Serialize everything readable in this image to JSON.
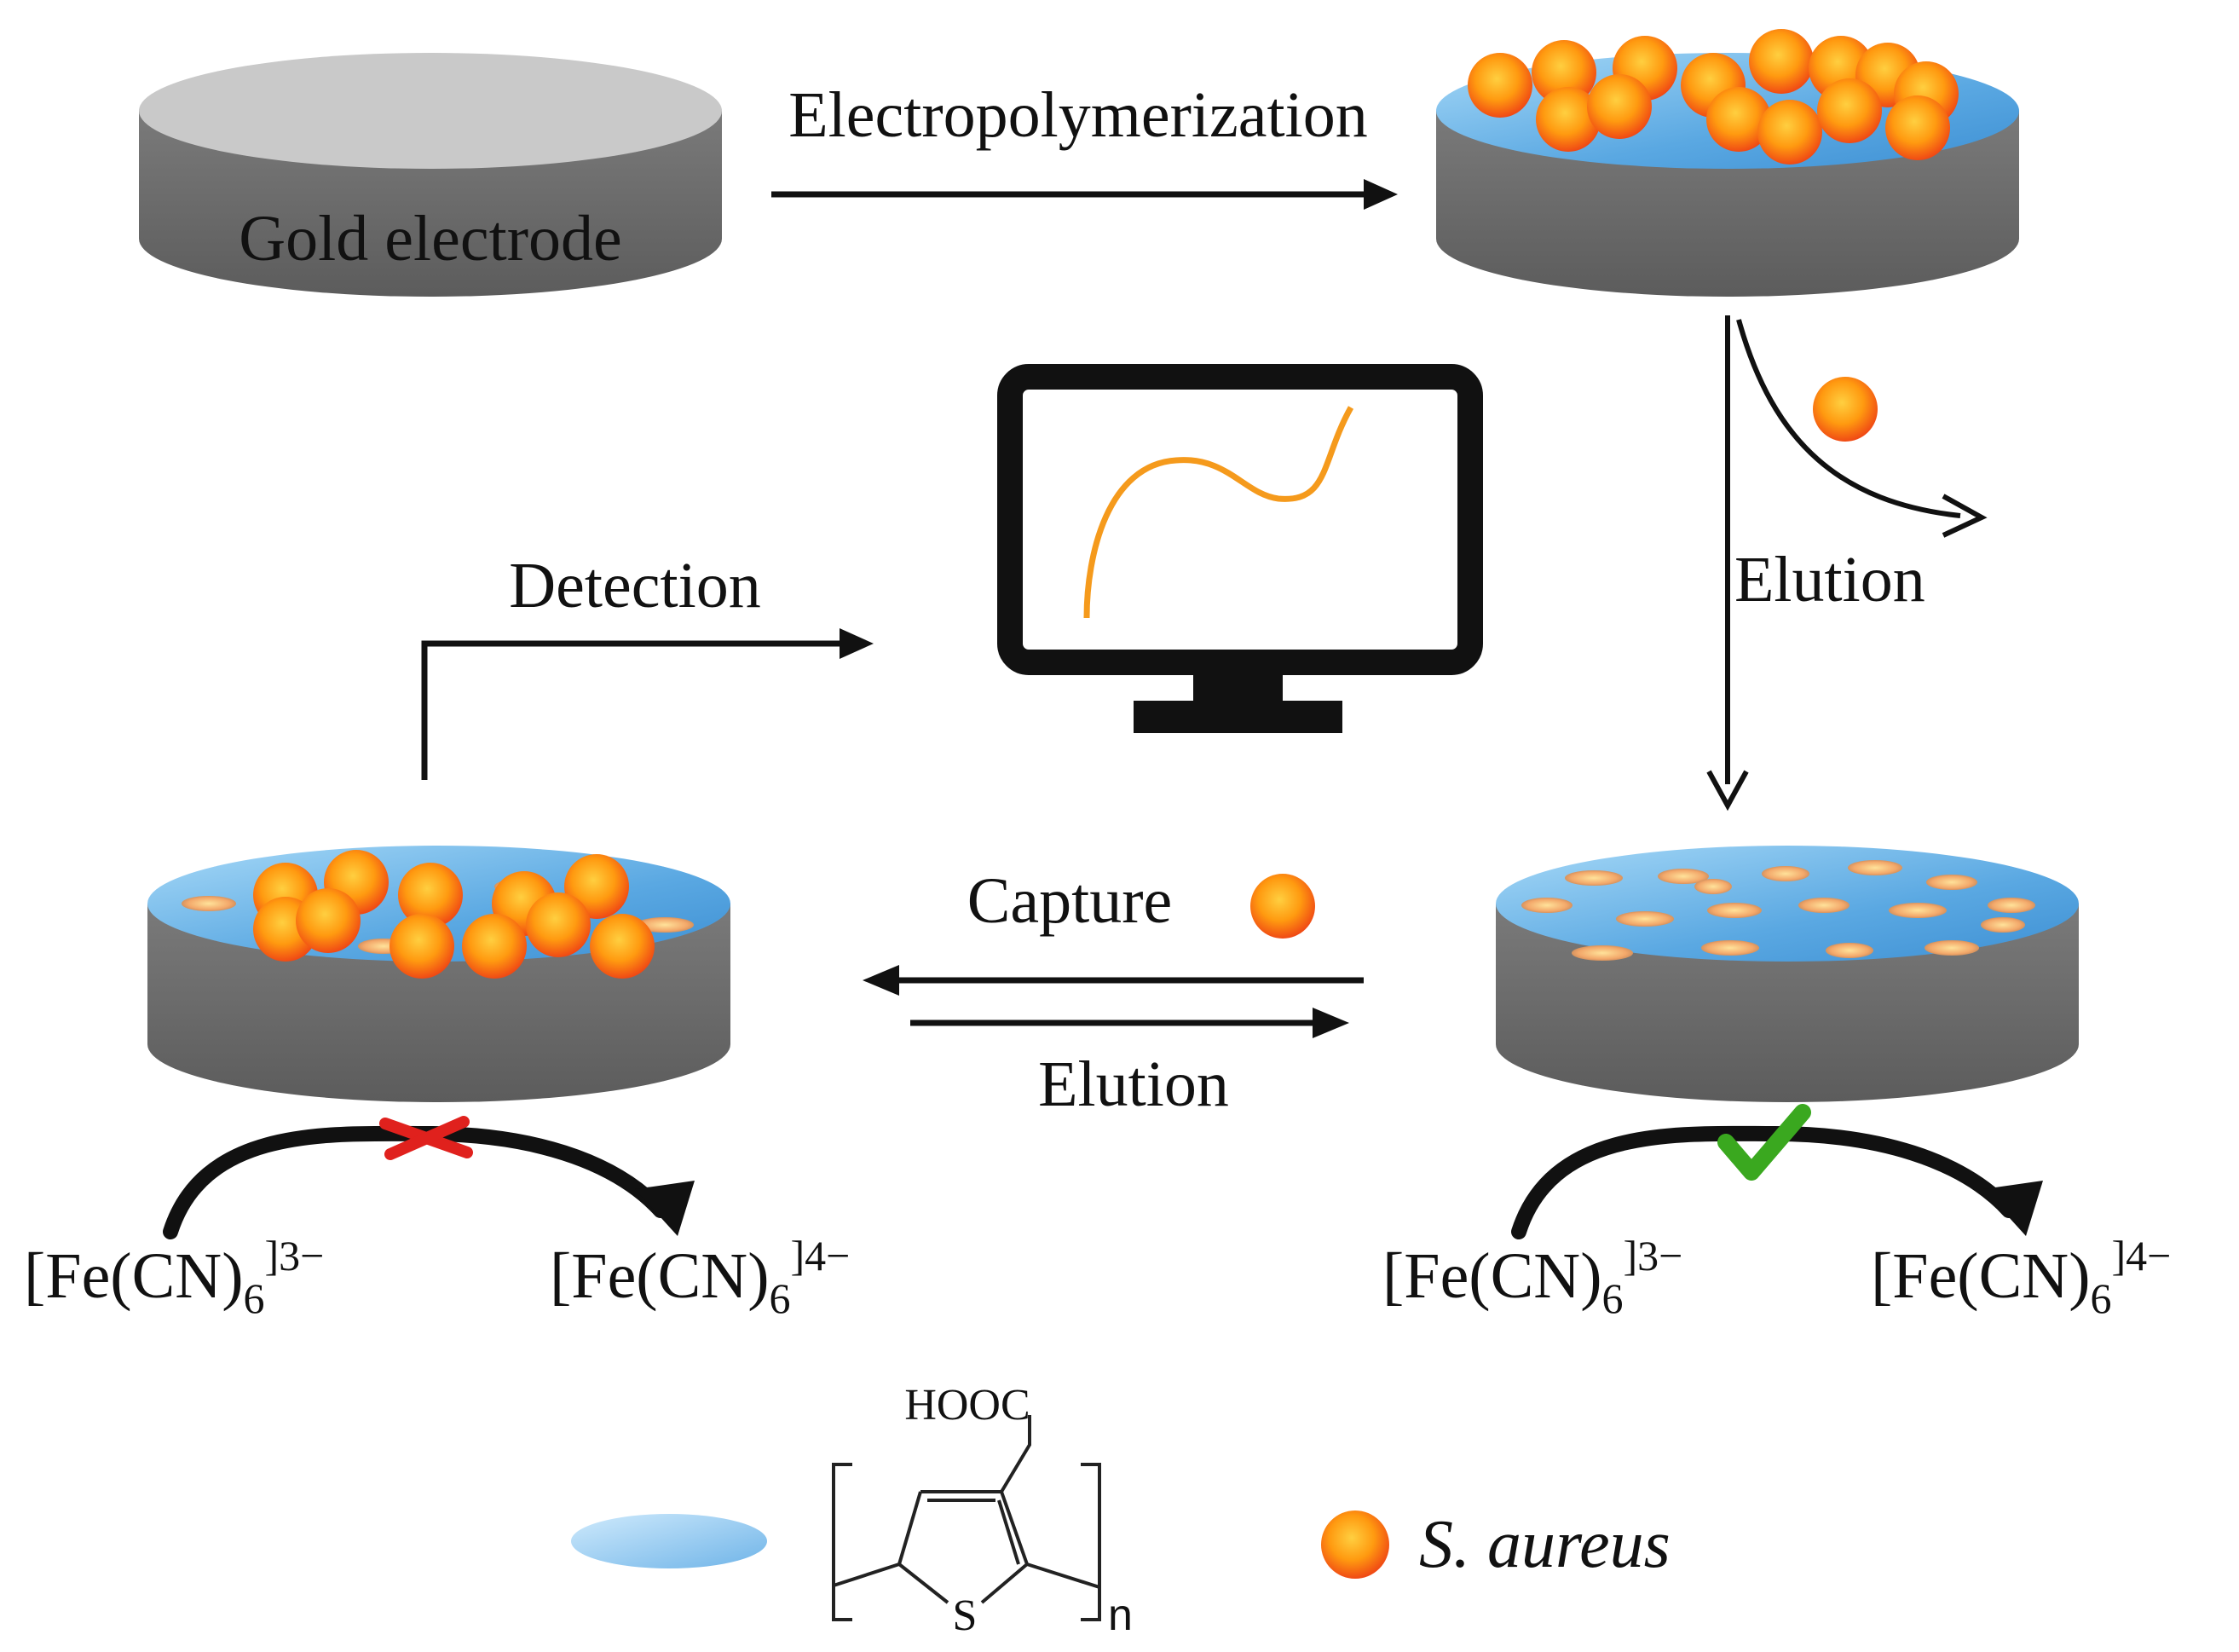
{
  "labels": {
    "gold_electrode": "Gold electrode",
    "electropolymerization": "Electropolymerization",
    "elution_right": "Elution",
    "detection": "Detection",
    "capture": "Capture",
    "elution_bottom": "Elution"
  },
  "redox_left": {
    "ox_base": "[Fe(CN)",
    "ox_sub": "6",
    "ox_sup": "]3−",
    "red_base": "[Fe(CN)",
    "red_sub": "6",
    "red_sup": "]4−",
    "status": "blocked"
  },
  "redox_right": {
    "ox_base": "[Fe(CN)",
    "ox_sub": "6",
    "ox_sup": "]3−",
    "red_base": "[Fe(CN)",
    "red_sub": "6",
    "red_sup": "]4−",
    "status": "allowed"
  },
  "legend": {
    "polymer_group": "HOOC",
    "polymer_atom": "S",
    "polymer_repeat": "n",
    "bacteria_label": "S. aureus"
  },
  "colors": {
    "electrode_top": "#c8c8c8",
    "electrode_side": "#6e6e6e",
    "polymer_film": "#5fb0e6",
    "bacteria_outer": "#f25a1c",
    "bacteria_inner": "#ffb000",
    "curve": "#f59a1c",
    "cross": "#e0211d",
    "check": "#3aa81f"
  }
}
